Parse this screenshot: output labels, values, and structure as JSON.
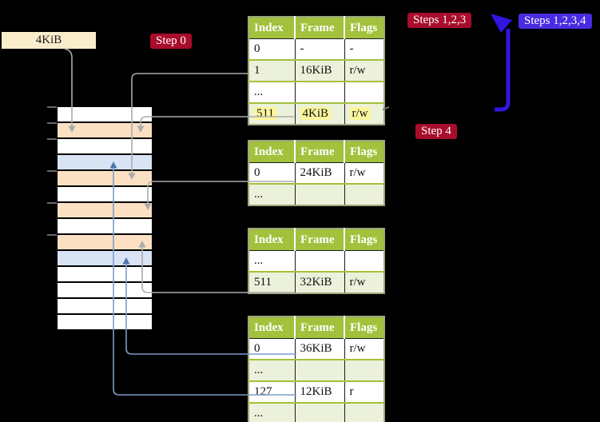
{
  "colors": {
    "background": "#000000",
    "frame_label_bg": "#FAEDCB",
    "badge_red": "#A80D2B",
    "badge_blue": "#4A2BE2",
    "table_header_bg": "#A3C13C",
    "table_row_alt_bg": "#ECF1DB",
    "table_border": "#9EA57F",
    "highlight": "#FCF69C",
    "mem_white": "#FFFFFF",
    "mem_orange": "#FBE0C3",
    "mem_blue": "#D8E4F4",
    "connector_gray": "#ABABAB",
    "connector_blue": "#7E9CC9",
    "connector_blue_head": "#4E76AD",
    "arrow_blue": "#2F16E0"
  },
  "labels": {
    "frame_size": "4KiB",
    "step0": "Step 0",
    "steps123": "Steps 1,2,3",
    "steps1234": "Steps 1,2,3,4",
    "step4": "Step 4"
  },
  "tables": [
    {
      "headers": [
        "Index",
        "Frame",
        "Flags"
      ],
      "rows": [
        {
          "cells": [
            "0",
            "-",
            "-"
          ],
          "shade": false,
          "highlight": false
        },
        {
          "cells": [
            "1",
            "16KiB",
            "r/w"
          ],
          "shade": true,
          "highlight": false
        },
        {
          "cells": [
            "...",
            "",
            ""
          ],
          "shade": false,
          "highlight": false
        },
        {
          "cells": [
            "511",
            "4KiB",
            "r/w"
          ],
          "shade": true,
          "highlight": true
        }
      ]
    },
    {
      "headers": [
        "Index",
        "Frame",
        "Flags"
      ],
      "rows": [
        {
          "cells": [
            "0",
            "24KiB",
            "r/w"
          ],
          "shade": false,
          "highlight": false
        },
        {
          "cells": [
            "...",
            "",
            ""
          ],
          "shade": true,
          "highlight": false
        }
      ]
    },
    {
      "headers": [
        "Index",
        "Frame",
        "Flags"
      ],
      "rows": [
        {
          "cells": [
            "...",
            "",
            ""
          ],
          "shade": false,
          "highlight": false
        },
        {
          "cells": [
            "511",
            "32KiB",
            "r/w"
          ],
          "shade": true,
          "highlight": false
        }
      ]
    },
    {
      "headers": [
        "Index",
        "Frame",
        "Flags"
      ],
      "rows": [
        {
          "cells": [
            "0",
            "36KiB",
            "r/w"
          ],
          "shade": false,
          "highlight": false
        },
        {
          "cells": [
            "...",
            "",
            ""
          ],
          "shade": true,
          "highlight": false
        },
        {
          "cells": [
            "127",
            "12KiB",
            "r"
          ],
          "shade": false,
          "highlight": false
        },
        {
          "cells": [
            "...",
            "",
            ""
          ],
          "shade": true,
          "highlight": false
        }
      ]
    }
  ],
  "memory": {
    "rows": [
      "white",
      "orange",
      "white",
      "blue",
      "orange",
      "white",
      "orange",
      "white",
      "orange",
      "blue",
      "white",
      "white",
      "white",
      "white"
    ]
  }
}
